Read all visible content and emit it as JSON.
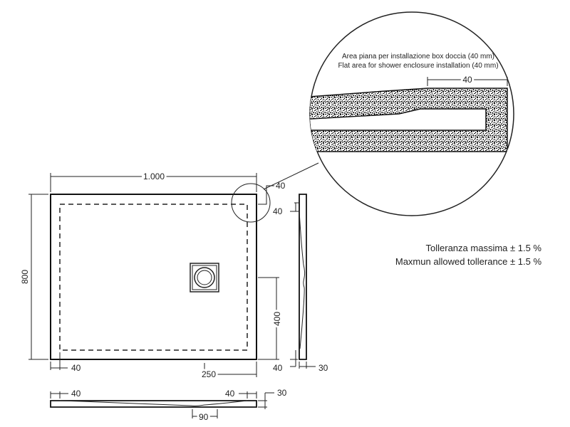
{
  "plan": {
    "width_label": "1.000",
    "height_label": "800",
    "corner_label": "40",
    "left_bottom_label": "40",
    "drain_offset_x_label": "250",
    "drain_offset_y_label": "400"
  },
  "side_view": {
    "top_label": "40",
    "bottom_label": "40",
    "thickness_label": "30"
  },
  "bottom_view": {
    "left_label": "40",
    "right_label": "40",
    "thickness_label": "30",
    "drain_label": "90"
  },
  "detail": {
    "note_it": "Area piana per installazione box doccia (40 mm)",
    "note_en": "Flat area for shower enclosure installation (40 mm)",
    "flat_label": "40"
  },
  "tolerance": {
    "it": "Tolleranza massima ± 1.5 %",
    "en": "Maxmun allowed tollerance ± 1.5 %"
  },
  "colors": {
    "line": "#222222",
    "texture": "#111111",
    "background": "#ffffff"
  }
}
